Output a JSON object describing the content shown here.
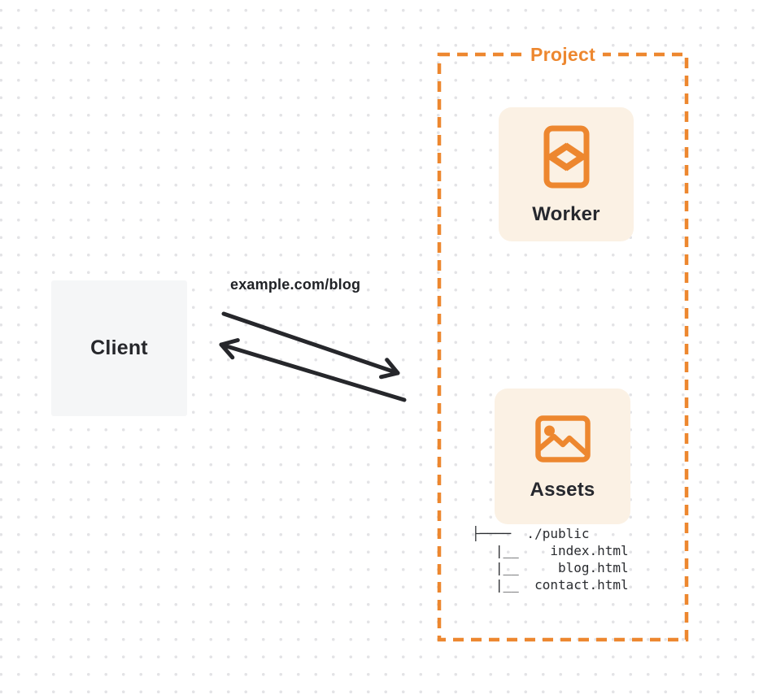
{
  "diagram": {
    "client": {
      "label": "Client"
    },
    "request_label": "example.com/blog",
    "arrows": {
      "request": "client-to-project-arrow",
      "response": "project-to-client-arrow"
    },
    "project": {
      "label": "Project",
      "worker": {
        "label": "Worker",
        "icon": "code-document-icon"
      },
      "assets": {
        "label": "Assets",
        "icon": "picture-icon",
        "file_tree": "├────  ./public\n   |__    index.html\n   |__     blog.html\n   |__  contact.html"
      }
    },
    "colors": {
      "accent_orange": "#ed872f",
      "card_background": "#fbf1e4",
      "client_background": "#f5f6f7",
      "arrow_dark": "#26272b",
      "dot_grid": "#e3e3e6"
    }
  }
}
